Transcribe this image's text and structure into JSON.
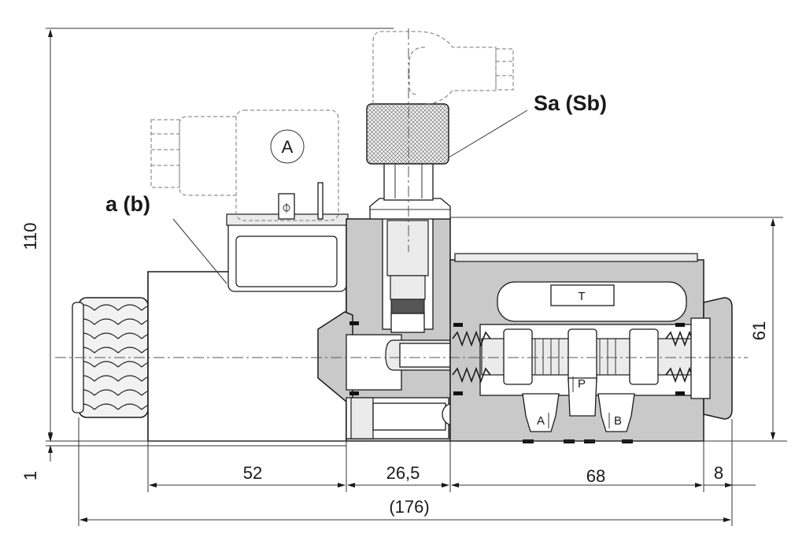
{
  "callouts": {
    "solenoid": "a (b)",
    "sensor": "Sa (Sb)"
  },
  "symbols": {
    "coil_mark": "A",
    "port_t": "T",
    "port_p": "P",
    "port_a": "A",
    "port_b": "B"
  },
  "dimensions": {
    "total_height": "110",
    "body_height": "61",
    "base_offset": "1",
    "solenoid_length": "52",
    "adapter_length": "26,5",
    "body_length": "68",
    "plug_length": "8",
    "overall_length": "(176)"
  }
}
